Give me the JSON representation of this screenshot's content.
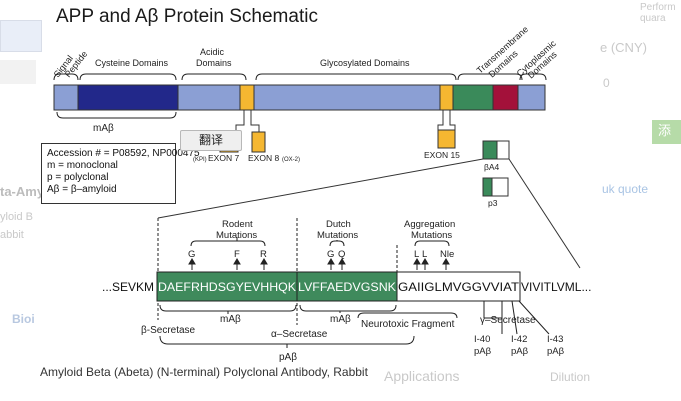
{
  "title": "APP and Aβ Protein Schematic",
  "background_page": {
    "right_top": "Perform quara",
    "price_label": "e (CNY)",
    "price_value": "0",
    "add_btn": "添",
    "quote_link": "uk quote",
    "left_heading": "ta-Amy",
    "left_sub1": "yloid B",
    "left_sub2": "abbit",
    "left_bold": "Bioi",
    "applications": "Applications",
    "dilution": "Dilution"
  },
  "domains_header": {
    "signal_peptide": [
      "Signal",
      "Peptide"
    ],
    "cysteine": "Cysteine Domains",
    "acidic": [
      "Acidic",
      "Domains"
    ],
    "glycosylated": "Glycosylated Domains",
    "transmembrane": [
      "Transmembrane",
      "Domains"
    ],
    "cytoplasmic": [
      "Cytoplasmic",
      "Domains"
    ]
  },
  "bar_labels": {
    "mab_under_cysteine": "mAβ",
    "exon7": "EXON 7",
    "exon7_kpi": "(KPI)",
    "exon8": "EXON 8",
    "exon8_ox": "(OX-2)",
    "exon15": "EXON 15",
    "beta_a4": "βA4",
    "p3": "p3"
  },
  "legend": {
    "line1": "Accession # = P08592, NP000475",
    "line2": "m = monoclonal",
    "line3": "p = polyclonal",
    "line4": "Aβ = β–amyloid"
  },
  "mutations": {
    "rodent": [
      "Rodent",
      "Mutations"
    ],
    "dutch": [
      "Dutch",
      "Mutations"
    ],
    "aggregation": [
      "Aggregation",
      "Mutations"
    ],
    "rodent_letters": [
      "G",
      "F",
      "R"
    ],
    "dutch_letters": [
      "G",
      "Q"
    ],
    "agg_letters": [
      "L",
      "L",
      "Nle"
    ]
  },
  "sequence": {
    "prefix": "...SEVKM",
    "green1": "DAEFRHDSGYEVHHQK",
    "green2": "LVFFAEDVGSNK",
    "white": "GAIIGLMVGGVVIAT",
    "suffix": "VIVITLVML..."
  },
  "bottom_labels": {
    "beta_secretase": "β-Secretase",
    "mab1": "mAβ",
    "alpha_secretase": "α–Secretase",
    "mab2": "mAβ",
    "neurotoxic": "Neurotoxic Fragment",
    "gamma_secretase": "γ–Secretase",
    "pab": "pAβ",
    "i40": [
      "I-40",
      "pAβ"
    ],
    "i42": [
      "I-42",
      "pAβ"
    ],
    "i43": [
      "I-43",
      "pAβ"
    ]
  },
  "translate_button": "翻译",
  "caption": "Amyloid Beta (Abeta) (N-terminal) Polyclonal Antibody, Rabbit",
  "colors": {
    "signal": "#8b9fd4",
    "cysteine": "#22288a",
    "acidic": "#8b9fd4",
    "exon": "#f5b731",
    "glyco": "#8b9fd4",
    "transmembrane_green": "#3a8a5a",
    "transmembrane_red": "#a3113a",
    "cytoplasmic": "#8b9fd4",
    "seq_green": "#3f8a5c"
  }
}
